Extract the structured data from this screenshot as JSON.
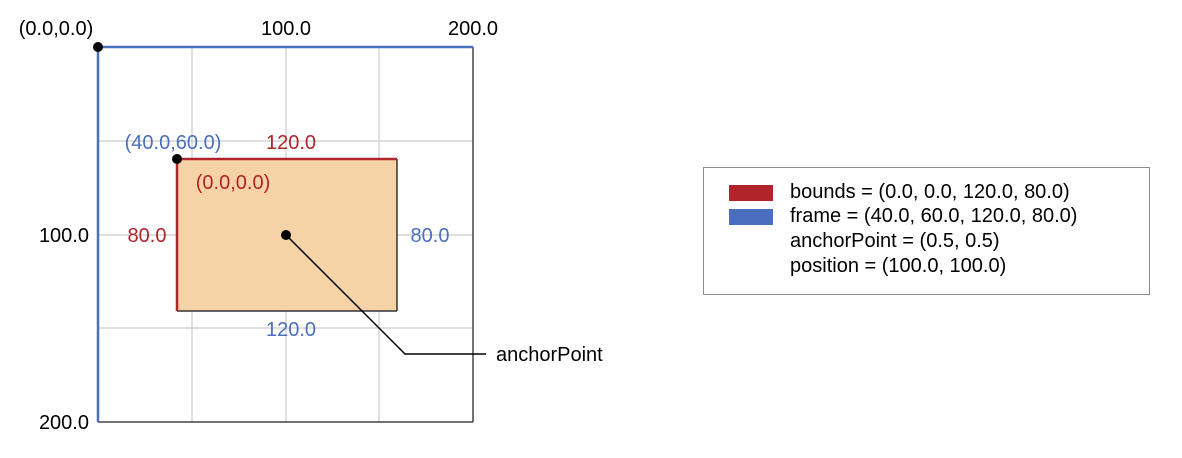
{
  "diagram": {
    "grid_labels": {
      "origin": "(0.0,0.0)",
      "top_100": "100.0",
      "top_200": "200.0",
      "left_100": "100.0",
      "left_200": "200.0"
    },
    "layer": {
      "frame_origin": "(40.0,60.0)",
      "bounds_width": "120.0",
      "bounds_origin": "(0.0,0.0)",
      "bounds_height": "80.0",
      "frame_height": "80.0",
      "frame_width": "120.0",
      "anchor_callout": "anchorPoint"
    },
    "colors": {
      "bounds": "#b0242a",
      "frame": "#4a6fbe",
      "layer_fill": "#f6d3a6",
      "grid": "#cccccc"
    }
  },
  "legend": {
    "bounds": "bounds = (0.0, 0.0, 120.0, 80.0)",
    "frame": "frame = (40.0, 60.0, 120.0, 80.0)",
    "anchor": "anchorPoint = (0.5, 0.5)",
    "position": "position = (100.0, 100.0)"
  }
}
